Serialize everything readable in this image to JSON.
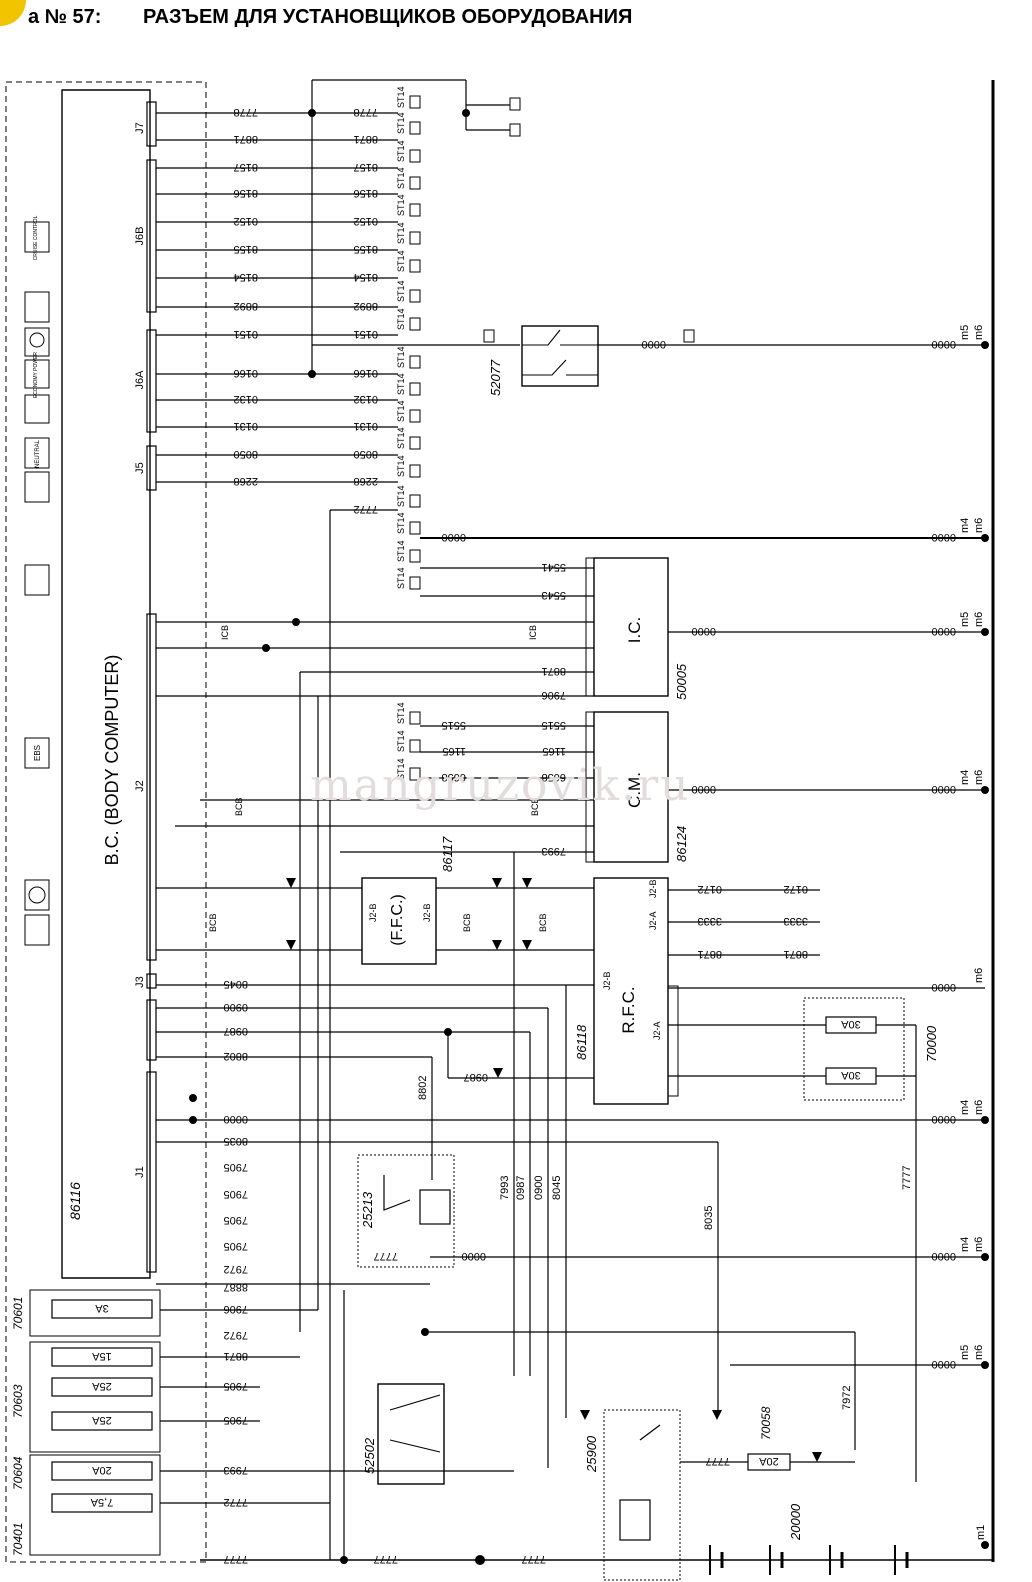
{
  "page": {
    "number_label": "а № 57:",
    "title": "РАЗЪЕМ ДЛЯ УСТАНОВЩИКОВ ОБОРУДОВАНИЯ",
    "watermark": "mangruzovik.ru"
  },
  "components": {
    "body_computer": {
      "label": "B.C. (BODY COMPUTER)",
      "code": "86116"
    },
    "ic": {
      "label": "I.C.",
      "code": "50005"
    },
    "cm": {
      "label": "C.M.",
      "code": "86124"
    },
    "ffc": {
      "label": "(F.F.C.)",
      "code": "86117"
    },
    "rfc": {
      "label": "R.F.C.",
      "code": "86118"
    },
    "sw_52077": {
      "code": "52077"
    },
    "relay_25213": {
      "code": "25213"
    },
    "sw_52502": {
      "code": "52502"
    },
    "relay_25900": {
      "code": "25900"
    },
    "fusebox_70000": {
      "code": "70000",
      "fuses": [
        "30A",
        "30A"
      ]
    },
    "fuse_70058": {
      "code": "70058",
      "rating": "20A"
    },
    "battery": {
      "code": "20000"
    }
  },
  "fuses_left": [
    {
      "block": "70601",
      "rating": "3A"
    },
    {
      "block": "70603",
      "rating": "15A"
    },
    {
      "block": "",
      "rating": "25A"
    },
    {
      "block": "",
      "rating": "25A"
    },
    {
      "block": "70604",
      "rating": "20A"
    },
    {
      "block": "70401",
      "rating": "7,5A"
    }
  ],
  "icons": [
    "cruise-control",
    "economy-power",
    "neutral",
    "ebs",
    "km-counter"
  ],
  "icon_labels": {
    "cruise": "CRUISE CONTROL",
    "economy": "ECONOMY POWER",
    "neutral": "NEUTRAL",
    "ebs": "EBS"
  },
  "connectors": [
    "J7",
    "J6B",
    "J6A",
    "J5",
    "J2",
    "J3",
    "J1"
  ],
  "wires_top": [
    "7778",
    "8871",
    "8157",
    "8156",
    "0152",
    "8155",
    "8154",
    "8892",
    "0151",
    "0166",
    "0132",
    "0131",
    "8050",
    "2268",
    "7772"
  ],
  "wires_mid": [
    "5541",
    "5543",
    "5515",
    "1165",
    "6658",
    "7993",
    "0172",
    "3333",
    "8871"
  ],
  "wires_bottom": [
    "8045",
    "0900",
    "0987",
    "8802",
    "8035",
    "7905",
    "7972",
    "8887",
    "7906",
    "7993",
    "7772",
    "7777"
  ],
  "ground_labels": [
    "m5",
    "m6",
    "m4",
    "m1"
  ],
  "ground_wire": "0000",
  "sheet_labels": {
    "J2-A": "J2-A",
    "J2-B": "J2-B",
    "BCB": "BCB",
    "ICB": "ICB",
    "ST14": "ST14"
  }
}
